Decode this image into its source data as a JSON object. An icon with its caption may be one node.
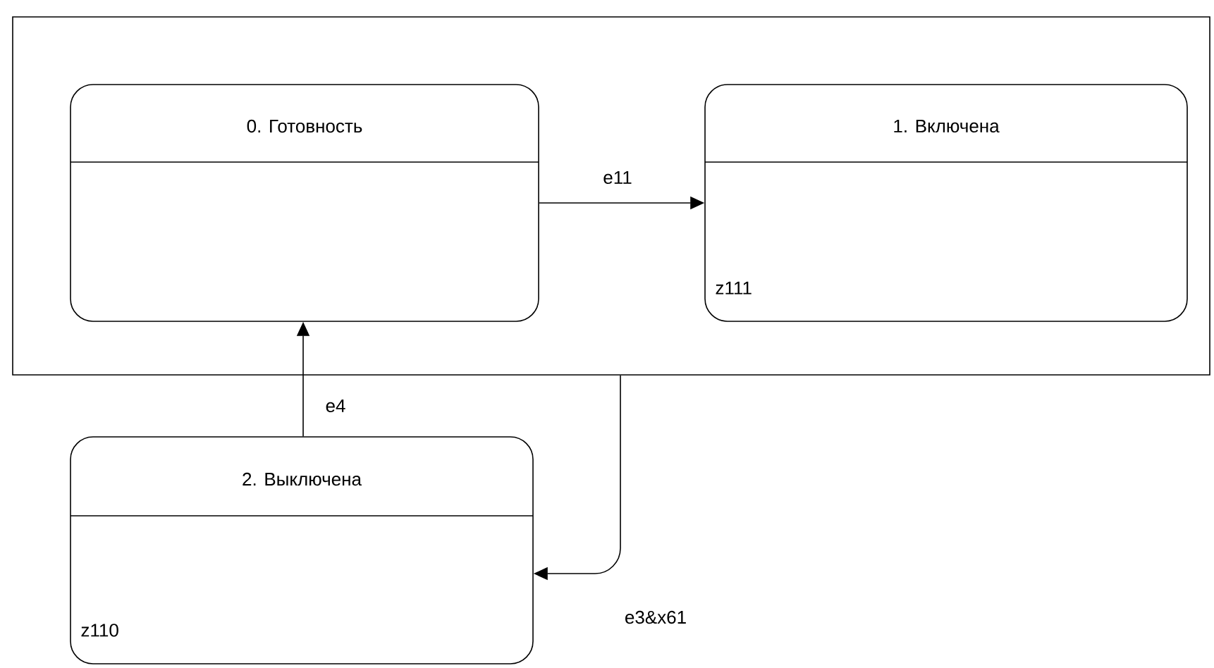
{
  "diagram": {
    "nodes": [
      {
        "text": [],
        "shape": "box"
      },
      {
        "text": [
          "0. Готовность"
        ],
        "in": 0
      },
      {
        "text": [
          "1. Включена",
          "z111"
        ],
        "in": 0
      },
      {
        "text": [
          "2. Выключена",
          "z110"
        ]
      }
    ],
    "edges": [
      {
        "from": 1,
        "to": 2,
        "arrow": "to",
        "label": "e11"
      },
      {
        "from": 3,
        "to": 1,
        "arrow": "to",
        "label": "e4"
      },
      {
        "from": 0,
        "to": 3,
        "arrow": "to",
        "label": "e3&x61"
      }
    ]
  }
}
